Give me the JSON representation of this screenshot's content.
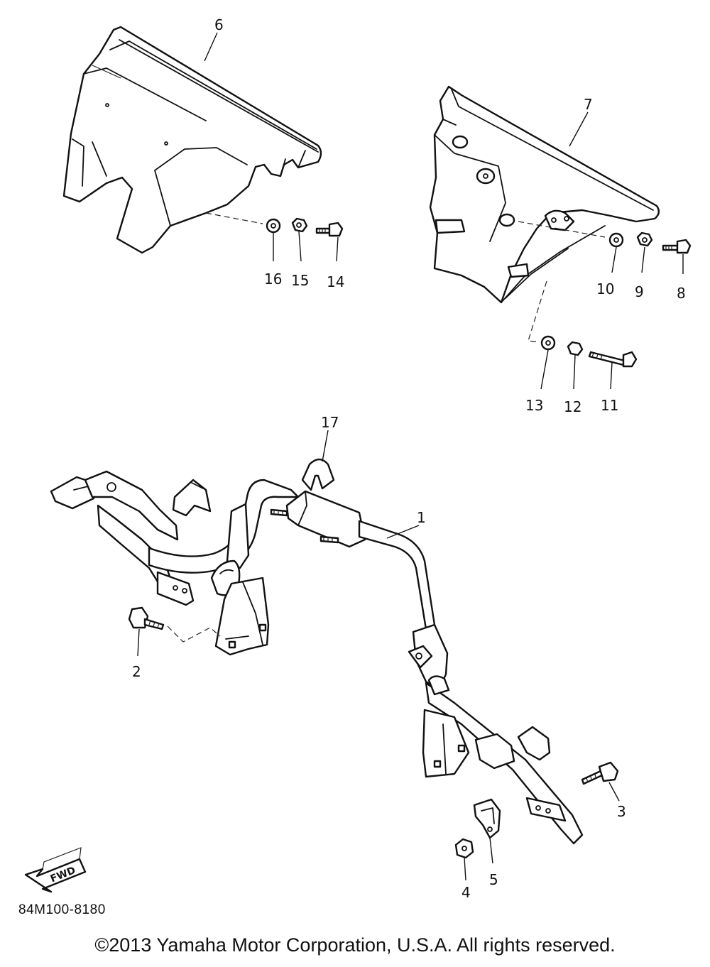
{
  "callouts": {
    "c1": "1",
    "c2": "2",
    "c3": "3",
    "c4": "4",
    "c5": "5",
    "c6": "6",
    "c7": "7",
    "c8": "8",
    "c9": "9",
    "c10": "10",
    "c11": "11",
    "c12": "12",
    "c13": "13",
    "c14": "14",
    "c15": "15",
    "c16": "16",
    "c17": "17"
  },
  "fwd_label": "FWD",
  "diagram_code": "84M100-8180",
  "copyright": "©2013 Yamaha Motor Corporation, U.S.A. All rights reserved."
}
